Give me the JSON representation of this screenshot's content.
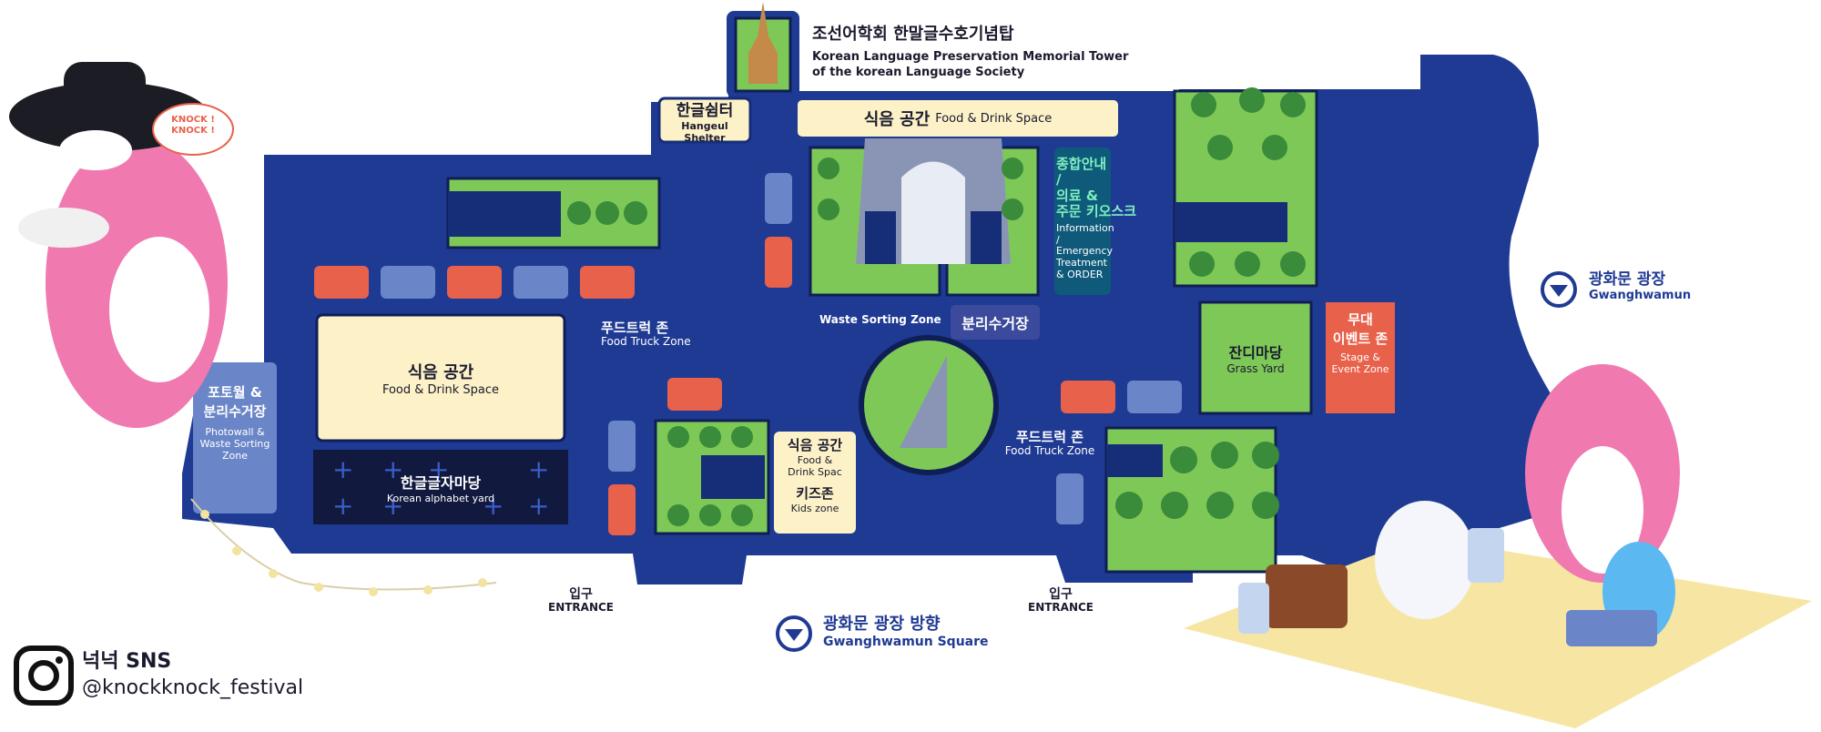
{
  "map": {
    "colors": {
      "navy": "#1f3a93",
      "navy_dark": "#162e78",
      "cream": "#fdf2c7",
      "grass": "#7ec858",
      "green_dark": "#3a8b3a",
      "teal": "#1aa39a",
      "orange_red": "#e8614a",
      "purple": "#3b4a9c",
      "pink": "#f07ab0",
      "picnic": "#f7e6a3"
    },
    "labels": {
      "memorial_tower": {
        "kr": "조선어학회 한말글수호기념탑",
        "en1": "Korean Language Preservation Memorial Tower",
        "en2": "of the korean Language Society"
      },
      "hangeul_shelter": {
        "kr": "한글쉼터",
        "en": "Hangeul Shelter"
      },
      "food_drink_top": {
        "kr": "식음 공간",
        "en": "Food & Drink Space"
      },
      "info_kiosk": {
        "kr1": "종합안내 /",
        "kr2": "의료 &",
        "kr3": "주문 키오스크",
        "en1": "Information /",
        "en2": "Emergency",
        "en3": "Treatment",
        "en4": "& ORDER"
      },
      "waste_sorting": {
        "kr": "분리수거장",
        "en": "Waste Sorting Zone"
      },
      "food_drink_left": {
        "kr": "식음 공간",
        "en": "Food & Drink Space"
      },
      "food_truck_left": {
        "kr": "푸드트럭 존",
        "en": "Food Truck Zone"
      },
      "photowall": {
        "kr1": "포토월 &",
        "kr2": "분리수거장",
        "en1": "Photowall &",
        "en2": "Waste Sorting",
        "en3": "Zone"
      },
      "alphabet_yard": {
        "kr": "한글글자마당",
        "en": "Korean alphabet yard"
      },
      "food_drink_mid": {
        "kr": "식음 공간",
        "en1": "Food &",
        "en2": "Drink Spac"
      },
      "kids_zone": {
        "kr": "키즈존",
        "en": "Kids zone"
      },
      "food_truck_right": {
        "kr": "푸드트럭 존",
        "en": "Food Truck Zone"
      },
      "grass_yard": {
        "kr": "잔디마당",
        "en": "Grass Yard"
      },
      "stage": {
        "kr1": "무대",
        "kr2": "이벤트 존",
        "en1": "Stage &",
        "en2": "Event Zone"
      },
      "gwanghwamun": {
        "kr": "광화문 광장",
        "en": "Gwanghwamun"
      },
      "entrance_left": {
        "kr": "입구",
        "en": "ENTRANCE"
      },
      "entrance_right": {
        "kr": "입구",
        "en": "ENTRANCE"
      },
      "direction": {
        "kr": "광화문 광장 방향",
        "en": "Gwanghwamun Square"
      },
      "knock_bubble": {
        "line1": "KNOCK !",
        "line2": "KNOCK !"
      }
    },
    "sns": {
      "title": "넉넉 SNS",
      "handle": "@knockknock_festival",
      "icon": "instagram-icon"
    }
  }
}
